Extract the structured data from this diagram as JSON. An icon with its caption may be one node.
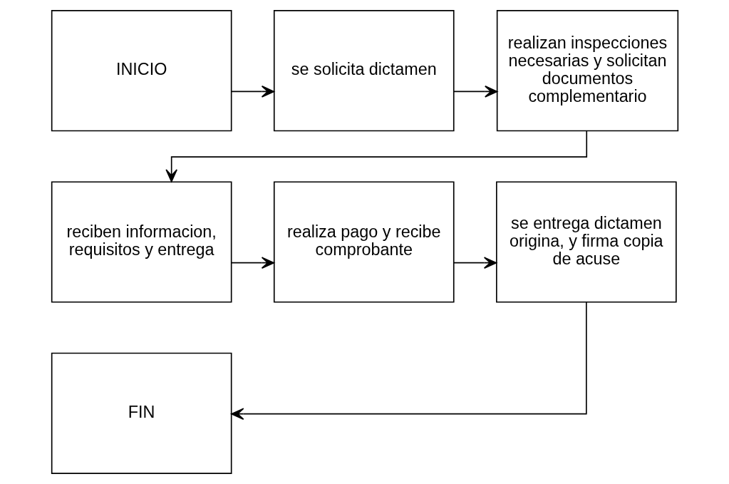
{
  "diagram": {
    "nodes": [
      {
        "text": [
          "INICIO"
        ]
      },
      {
        "text": [
          "se solicita dictamen"
        ]
      },
      {
        "text": [
          "realizan inspecciones necesarias y solicitan documentos complementario"
        ]
      },
      {
        "text": [
          "reciben informacion, requisitos y entrega"
        ]
      },
      {
        "text": [
          "realiza pago y recibe comprobante"
        ]
      },
      {
        "text": [
          "se entrega dictamen origina, y firma copia de acuse"
        ]
      },
      {
        "text": [
          "FIN"
        ]
      }
    ],
    "edges": [
      {
        "from": 0,
        "to": 1,
        "arrow": "to"
      },
      {
        "from": 1,
        "to": 2,
        "arrow": "to"
      },
      {
        "from": 2,
        "to": 3,
        "arrow": "to"
      },
      {
        "from": 3,
        "to": 4,
        "arrow": "to"
      },
      {
        "from": 4,
        "to": 5,
        "arrow": "to"
      },
      {
        "from": 5,
        "to": 6,
        "arrow": "to"
      }
    ]
  }
}
